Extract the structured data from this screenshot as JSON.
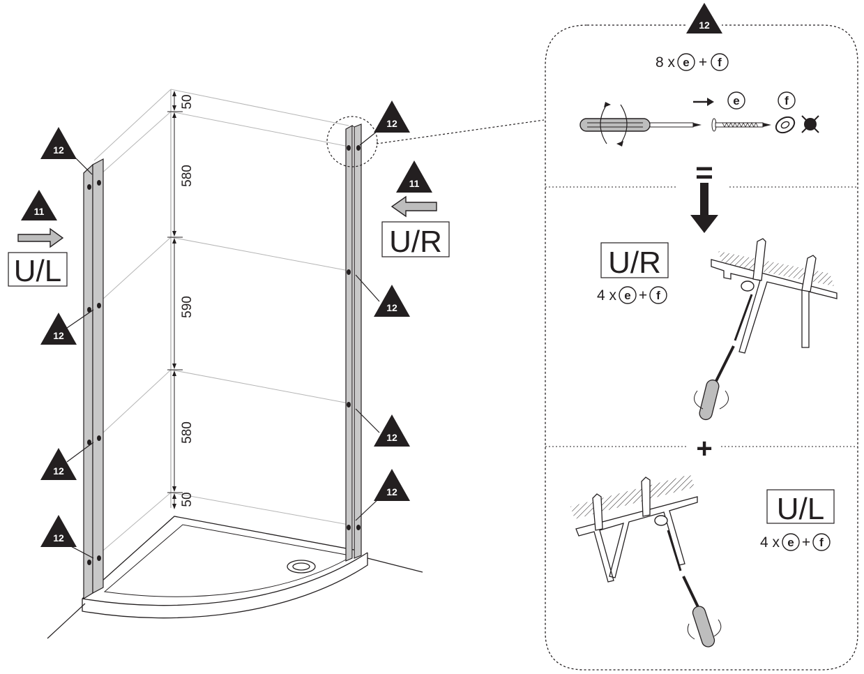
{
  "step_badge": "12",
  "arrow_badge": "11",
  "left_profile_label": "U/L",
  "right_profile_label": "U/R",
  "dimensions": [
    "50",
    "580",
    "590",
    "580",
    "50"
  ],
  "detail": {
    "total_formula": {
      "count": "8 x",
      "part_a": "e",
      "plus": "+",
      "part_b": "f"
    },
    "screw_label": "e",
    "washer_label": "f",
    "equals": "=",
    "plus_separator": "+",
    "right_step": {
      "label": "U/R",
      "count": "4 x",
      "part_a": "e",
      "plus": "+",
      "part_b": "f"
    },
    "left_step": {
      "label": "U/L",
      "count": "4 x",
      "part_a": "e",
      "plus": "+",
      "part_b": "f"
    }
  },
  "colors": {
    "ink": "#231f20",
    "profile_fill": "#c8c8c8",
    "arrow_fill": "#bdbdbd",
    "guide": "#9a9a9a"
  }
}
